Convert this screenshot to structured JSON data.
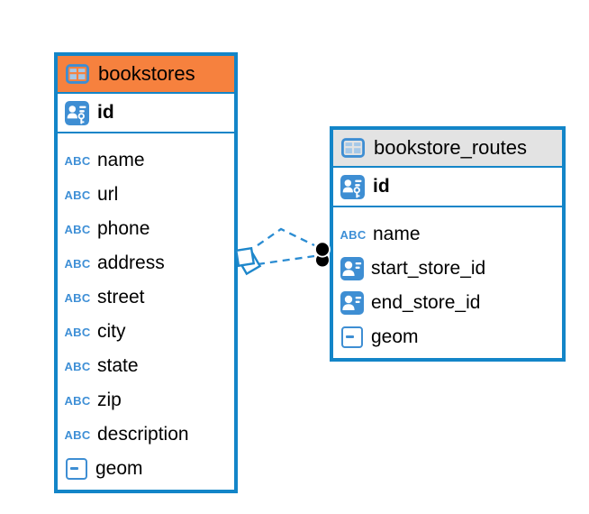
{
  "colors": {
    "table_border_blue": "#1385C8",
    "icon_blue": "#3E8ED3",
    "icon_cell_blue": "#A5C8E8",
    "header_orange": "#F6813E",
    "header_gray": "#E3E3E3",
    "relationship_line_blue": "#2B8CD2",
    "relationship_dot_black": "#000000",
    "text": "#000000"
  },
  "icons": {
    "text_type_glyph": "ABC"
  },
  "tables": [
    {
      "name": "bookstores",
      "header_style": "orange",
      "primary_key": "id",
      "columns": [
        {
          "name": "name",
          "type": "text"
        },
        {
          "name": "url",
          "type": "text"
        },
        {
          "name": "phone",
          "type": "text"
        },
        {
          "name": "address",
          "type": "text"
        },
        {
          "name": "street",
          "type": "text"
        },
        {
          "name": "city",
          "type": "text"
        },
        {
          "name": "state",
          "type": "text"
        },
        {
          "name": "zip",
          "type": "text"
        },
        {
          "name": "description",
          "type": "text"
        },
        {
          "name": "geom",
          "type": "geometry"
        }
      ]
    },
    {
      "name": "bookstore_routes",
      "header_style": "gray",
      "primary_key": "id",
      "columns": [
        {
          "name": "name",
          "type": "text"
        },
        {
          "name": "start_store_id",
          "type": "reference"
        },
        {
          "name": "end_store_id",
          "type": "reference"
        },
        {
          "name": "geom",
          "type": "geometry"
        }
      ]
    }
  ],
  "relationships": [
    {
      "from_table": "bookstore_routes",
      "from_column": "start_store_id",
      "to_table": "bookstores",
      "to_column": "id",
      "style": "dashed"
    },
    {
      "from_table": "bookstore_routes",
      "from_column": "end_store_id",
      "to_table": "bookstores",
      "to_column": "id",
      "style": "dashed"
    }
  ]
}
